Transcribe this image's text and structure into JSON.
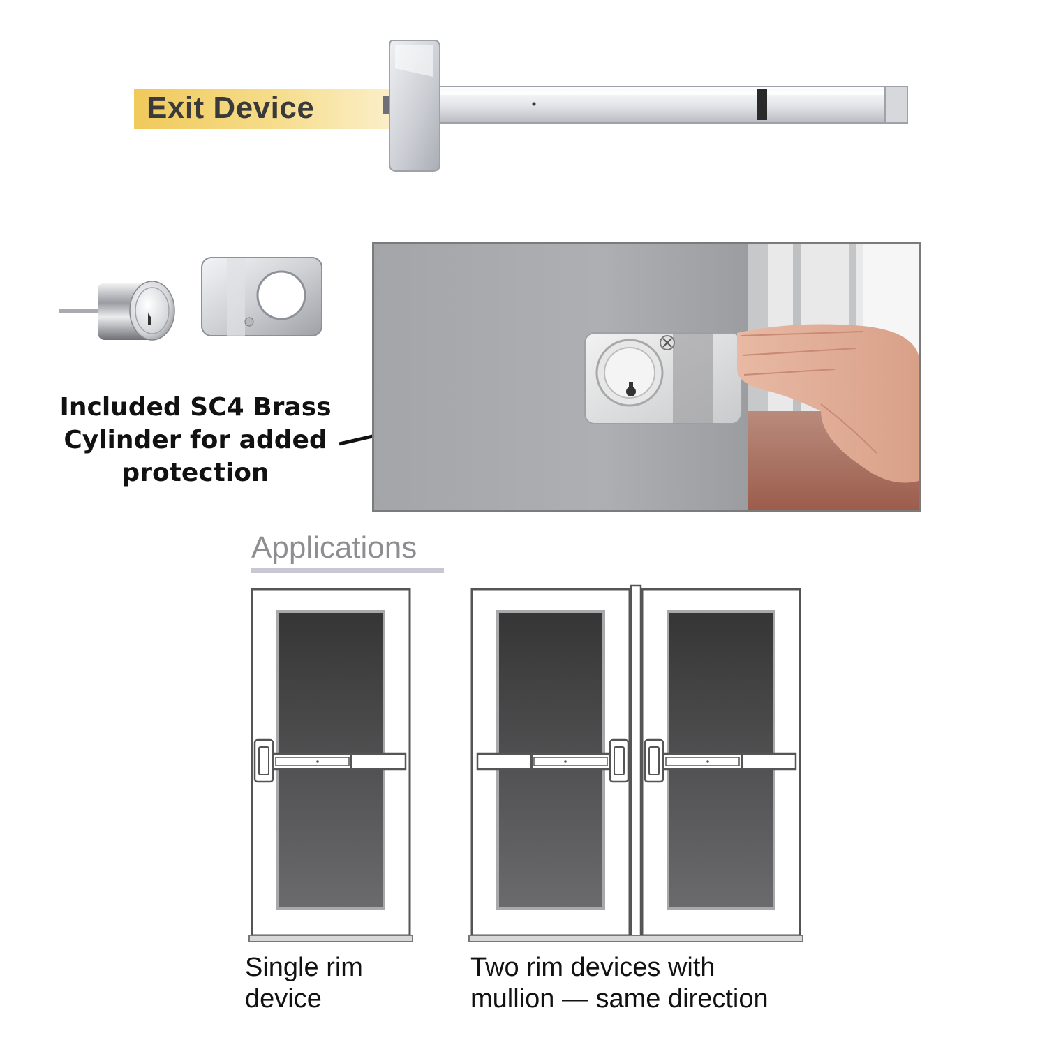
{
  "exit_device": {
    "label": "Exit Device"
  },
  "cylinder_caption": {
    "line1": "Included SC4 Brass",
    "line2": "Cylinder for added",
    "line3": "protection"
  },
  "applications": {
    "heading": "Applications",
    "single": {
      "line1": "Single rim",
      "line2": "device"
    },
    "double": {
      "line1": "Two rim devices with",
      "line2": "mullion — same direction"
    }
  },
  "colors": {
    "banner": "#f0c95b",
    "door_glass_dark": "#3a3a3a",
    "door_glass_light": "#666669",
    "photo_wall": "#a9aaac",
    "heading_gray": "#8d8d92"
  }
}
